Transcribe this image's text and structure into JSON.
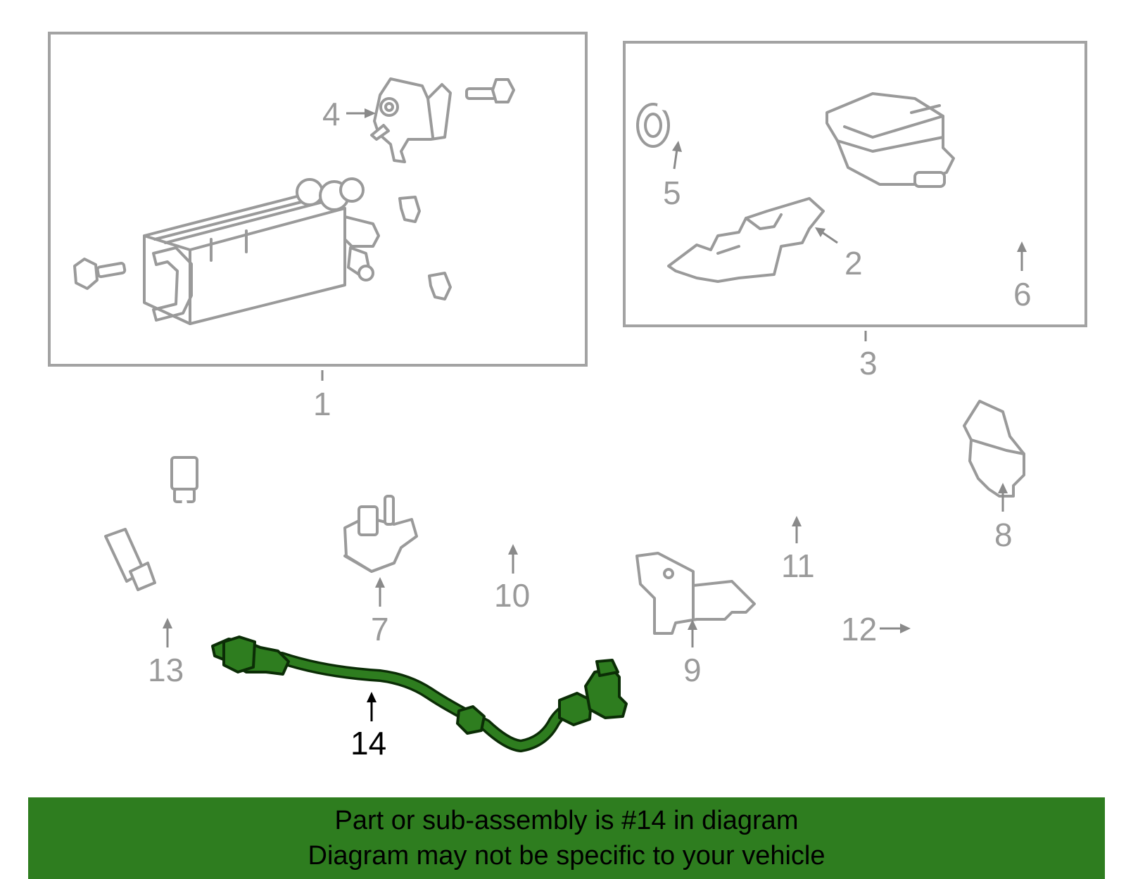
{
  "diagram": {
    "callouts": [
      {
        "id": "1",
        "label": "1"
      },
      {
        "id": "2",
        "label": "2"
      },
      {
        "id": "3",
        "label": "3"
      },
      {
        "id": "4",
        "label": "4"
      },
      {
        "id": "5",
        "label": "5"
      },
      {
        "id": "6",
        "label": "6"
      },
      {
        "id": "7",
        "label": "7"
      },
      {
        "id": "8",
        "label": "8"
      },
      {
        "id": "9",
        "label": "9"
      },
      {
        "id": "10",
        "label": "10"
      },
      {
        "id": "11",
        "label": "11"
      },
      {
        "id": "12",
        "label": "12"
      },
      {
        "id": "13",
        "label": "13"
      },
      {
        "id": "14",
        "label": "14"
      }
    ],
    "highlighted_part": "14",
    "colors": {
      "highlight": "#2e7d1f",
      "outline": "#9a9a9a",
      "banner": "#2e7d1f"
    }
  },
  "banner": {
    "line1": "Part or sub-assembly is #14 in diagram",
    "line2": "Diagram may not be specific to your vehicle"
  }
}
